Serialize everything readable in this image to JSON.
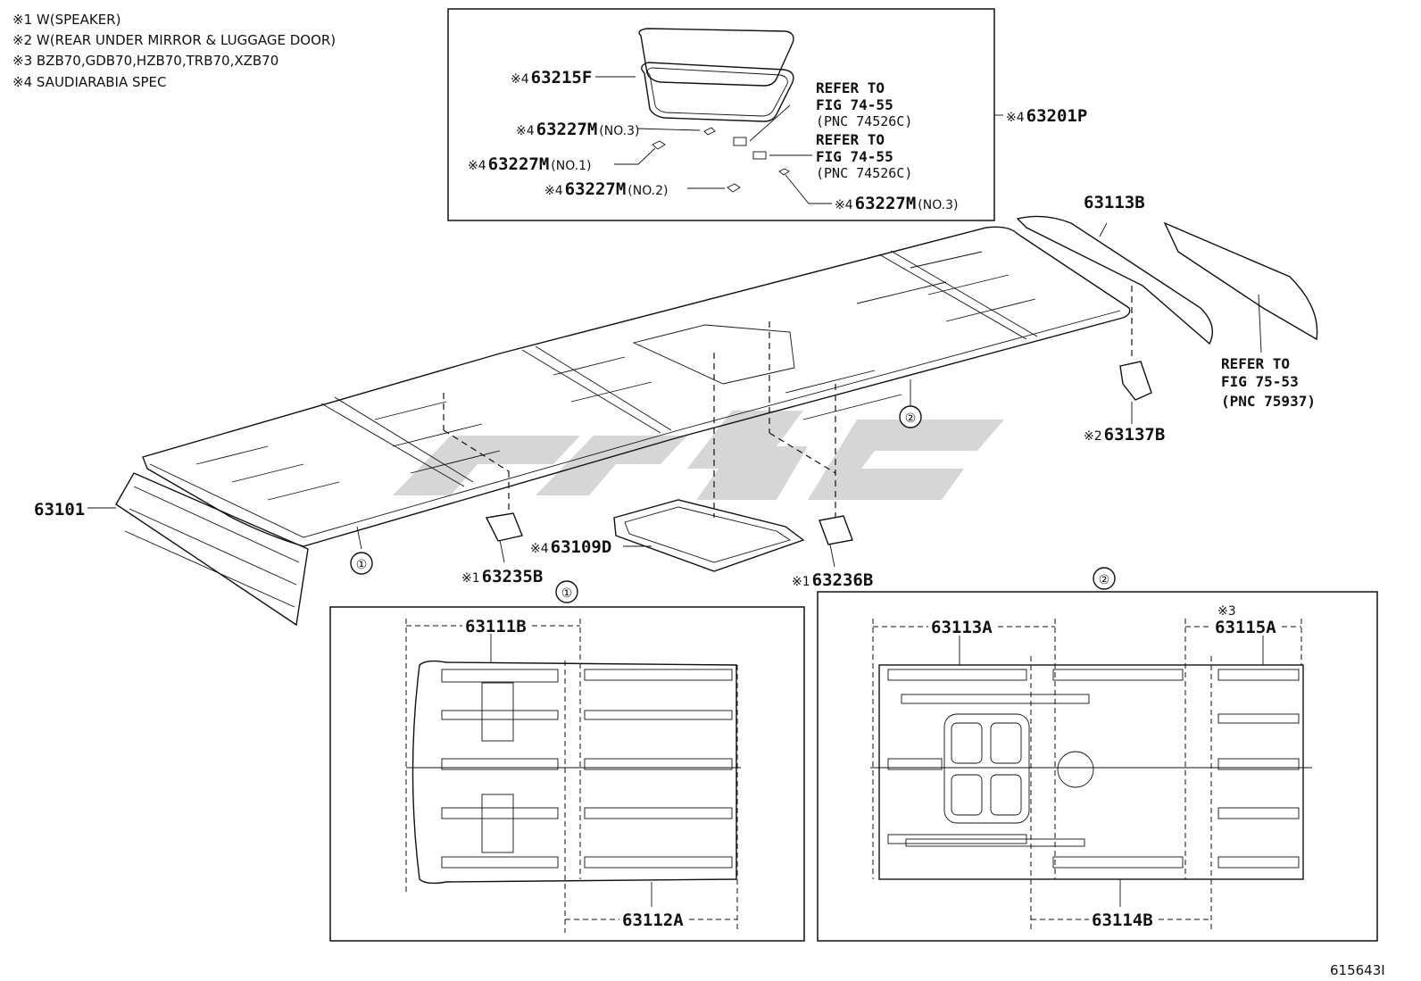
{
  "notes": [
    "※1 W(SPEAKER)",
    "※2 W(REAR UNDER MIRROR & LUGGAGE DOOR)",
    "※3 BZB70,GDB70,HZB70,TRB70,XZB70",
    "※4 SAUDIARABIA SPEC"
  ],
  "parts": {
    "p63215F": {
      "mark": "※4",
      "code": "63215F"
    },
    "p63227M_a": {
      "mark": "※4",
      "code": "63227M",
      "suffix": "(NO.3)"
    },
    "p63227M_b": {
      "mark": "※4",
      "code": "63227M",
      "suffix": "(NO.1)"
    },
    "p63227M_c": {
      "mark": "※4",
      "code": "63227M",
      "suffix": "(NO.2)"
    },
    "p63227M_d": {
      "mark": "※4",
      "code": "63227M",
      "suffix": "(NO.3)"
    },
    "p63201P": {
      "mark": "※4",
      "code": "63201P"
    },
    "p63113B": {
      "code": "63113B"
    },
    "p63137B": {
      "mark": "※2",
      "code": "63137B"
    },
    "p63101": {
      "code": "63101"
    },
    "p63235B": {
      "mark": "※1",
      "code": "63235B"
    },
    "p63109D": {
      "mark": "※4",
      "code": "63109D"
    },
    "p63236B": {
      "mark": "※1",
      "code": "63236B"
    },
    "p63111B": {
      "code": "63111B"
    },
    "p63112A": {
      "code": "63112A"
    },
    "p63113A": {
      "code": "63113A"
    },
    "p63115A": {
      "mark": "※3",
      "code": "63115A"
    },
    "p63114B": {
      "code": "63114B"
    }
  },
  "refs": {
    "ref1": {
      "line1": "REFER TO",
      "line2": "FIG 74-55",
      "line3": "(PNC 74526C)"
    },
    "ref2": {
      "line1": "REFER TO",
      "line2": "FIG 74-55",
      "line3": "(PNC 74526C)"
    },
    "ref3": {
      "line1": "REFER TO",
      "line2": "FIG 75-53",
      "line3": "(PNC 75937)"
    }
  },
  "callouts": {
    "one": "①",
    "two": "②"
  },
  "figure_id": "615643I",
  "colors": {
    "line": "#111111",
    "watermark": "#c8c8c8",
    "background": "#ffffff"
  }
}
